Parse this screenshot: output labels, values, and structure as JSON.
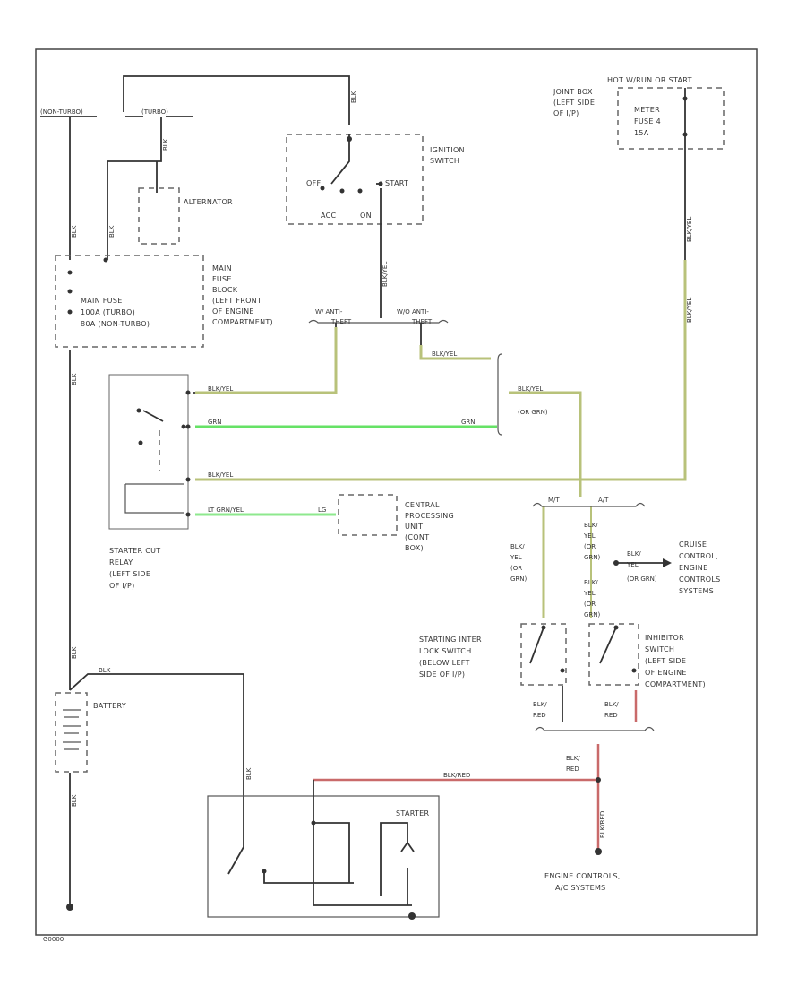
{
  "components": {
    "ignition_switch": {
      "title": [
        "IGNITION",
        "SWITCH"
      ],
      "off": "OFF",
      "start": "START",
      "acc": "ACC",
      "on": "ON"
    },
    "alternator": {
      "title": "ALTERNATOR"
    },
    "main_fuse_block": {
      "title": [
        "MAIN",
        "FUSE",
        "BLOCK",
        "(LEFT FRONT",
        "OF ENGINE",
        "COMPARTMENT)"
      ],
      "inner": [
        "MAIN FUSE",
        "100A     (TURBO)",
        "80A      (NON-TURBO)"
      ]
    },
    "meter_fuse": {
      "header": "HOT W/RUN OR START",
      "junction": [
        "JOINT BOX",
        "(LEFT SIDE",
        "OF I/P)"
      ],
      "fuse": [
        "METER",
        "FUSE 4",
        "15A"
      ]
    },
    "starter_cut_relay": {
      "title": [
        "STARTER CUT",
        "RELAY",
        "(LEFT SIDE",
        "OF I/P)"
      ]
    },
    "cpu": {
      "title": [
        "CENTRAL",
        "PROCESSING",
        "UNIT",
        "(CONT",
        "BOX)"
      ]
    },
    "battery": {
      "title": "BATTERY"
    },
    "starter": {
      "title": "STARTER"
    },
    "clutch_switch": {
      "title": [
        "STARTING INTER",
        "LOCK SWITCH",
        "(BELOW LEFT",
        "SIDE OF I/P)"
      ]
    },
    "inhibitor_switch": {
      "title": [
        "INHIBITOR",
        "SWITCH",
        "(LEFT SIDE",
        "OF ENGINE",
        "COMPARTMENT)"
      ]
    },
    "cruise": {
      "title": [
        "CRUISE",
        "CONTROL,",
        "ENGINE",
        "CONTROLS",
        "SYSTEMS"
      ]
    },
    "engine_controls": {
      "title": [
        "ENGINE CONTROLS,",
        "A/C SYSTEMS"
      ]
    }
  },
  "labels": {
    "non_turbo": "(NON-TURBO)",
    "turbo": "(TURBO)",
    "w_anti_theft_1": "W/ ANTI-",
    "w_anti_theft_2": "THEFT",
    "wo_anti_theft_1": "W/O ANTI-",
    "wo_anti_theft_2": "THEFT",
    "mt": "M/T",
    "at": "A/T",
    "or_grn": "(OR GRN)",
    "figure_id": "G0000"
  },
  "wires": {
    "w_top": "BLK",
    "w_alt1": "BLK",
    "w_alt2": "BLK",
    "w_main": "BLK",
    "w_main2": "BLK",
    "w_ign": "BLK/YEL",
    "w_hot": "BLK/YEL",
    "w_meter": "BLK/YEL",
    "w_bluyel_top": "BLK/YEL",
    "w_relay1": "BLK/YEL",
    "w_grn1": "GRN",
    "w_grn2": "GRN",
    "w_relay3": "BLK/YEL",
    "w_ltgrn": "LT GRN/YEL",
    "w_lc": "LG",
    "w_bluyel_mid": "BLK/YEL",
    "w_bat": "BLK",
    "w_bat2": "BLK",
    "w_bat3": "BLK",
    "w_starter": "BLK/RED",
    "w_ec": "BLK/RED",
    "w_left": [
      "BLK/",
      "YEL",
      "(OR",
      "GRN)"
    ],
    "w_right_top": [
      "BLK/",
      "YEL",
      "(OR",
      "GRN)"
    ],
    "w_right_bot": [
      "BLK/",
      "YEL",
      "(OR",
      "GRN)"
    ],
    "w_cruise": [
      "BLK/",
      "YEL"
    ],
    "w_red1": [
      "BLK/",
      "RED"
    ],
    "w_red2": [
      "BLK/",
      "RED"
    ],
    "w_red3": [
      "BLK/",
      "RED"
    ]
  },
  "colors": {
    "yellow_green": "#b8c27a",
    "green": "#66e266",
    "light_green": "#8ee88e",
    "red": "#c96a6a",
    "outline": "#333333"
  }
}
